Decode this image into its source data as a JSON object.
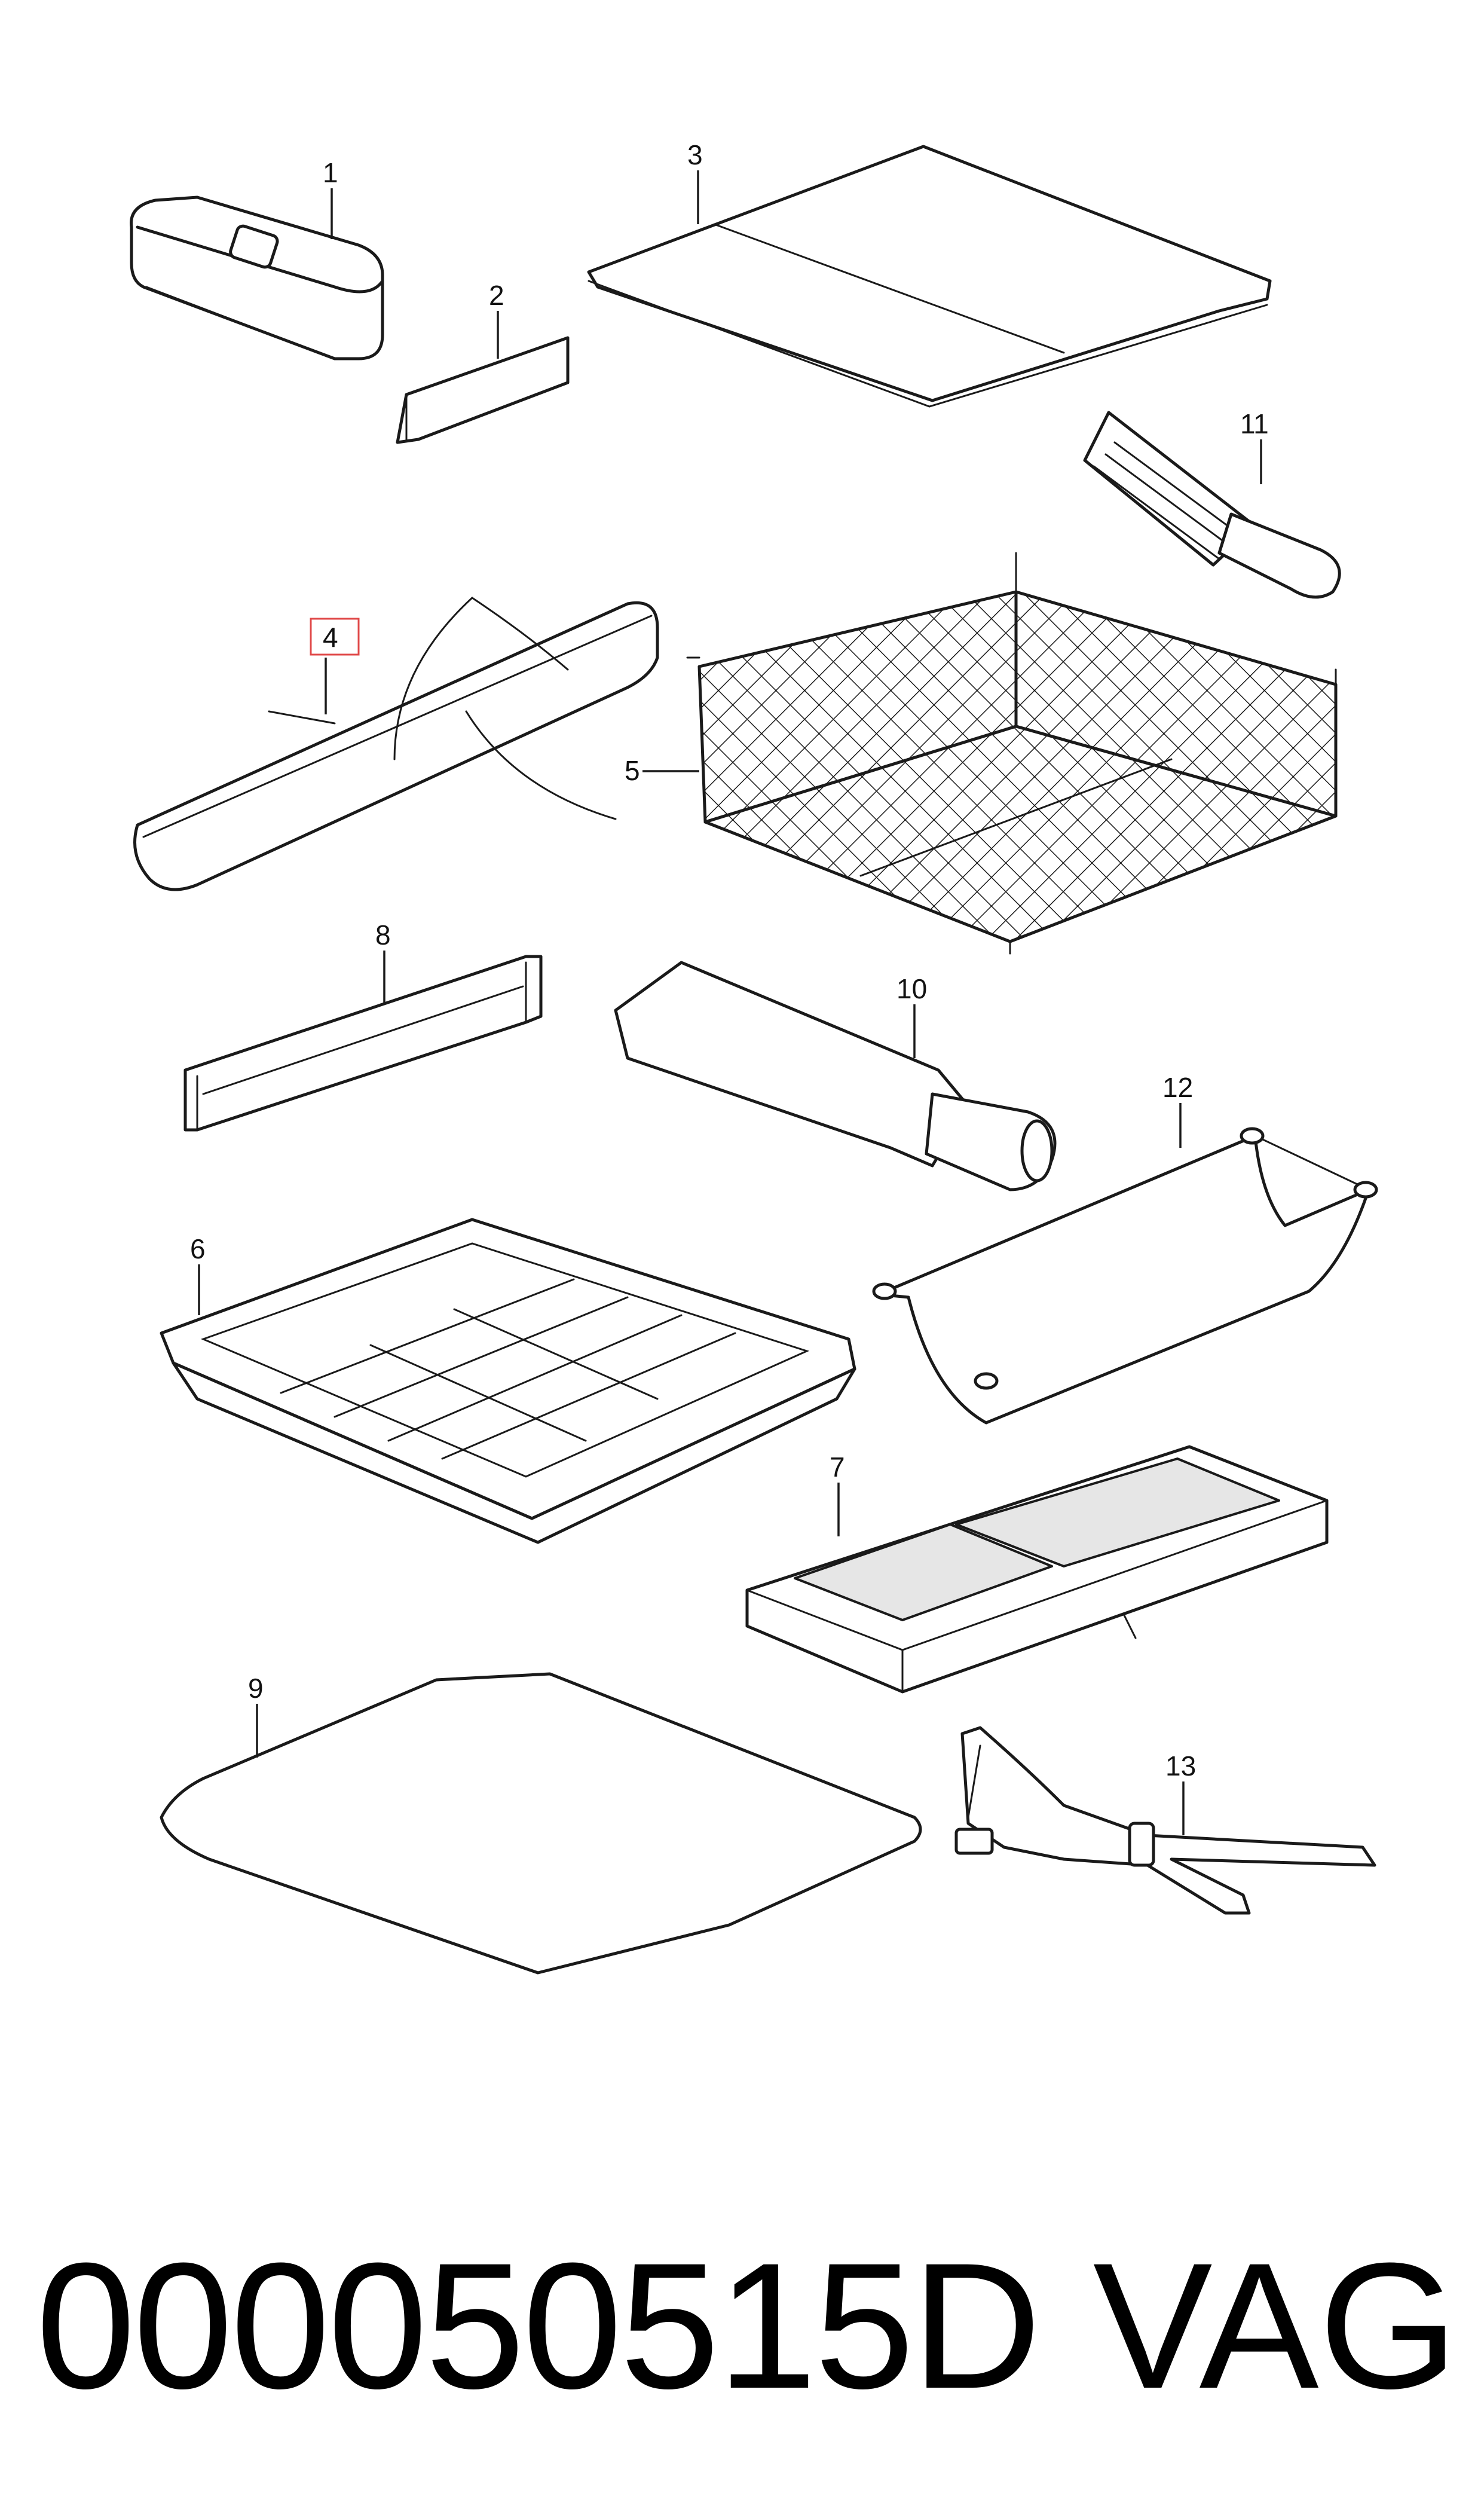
{
  "callouts": {
    "c1": "1",
    "c2": "2",
    "c3": "3",
    "c4": "4",
    "c5": "5",
    "c6": "6",
    "c7": "7",
    "c8": "8",
    "c9": "9",
    "c10": "10",
    "c11": "11",
    "c12": "12",
    "c13": "13"
  },
  "highlight_color": "#e04848",
  "footer": {
    "part_number": "000050515D",
    "brand": "VAG"
  }
}
